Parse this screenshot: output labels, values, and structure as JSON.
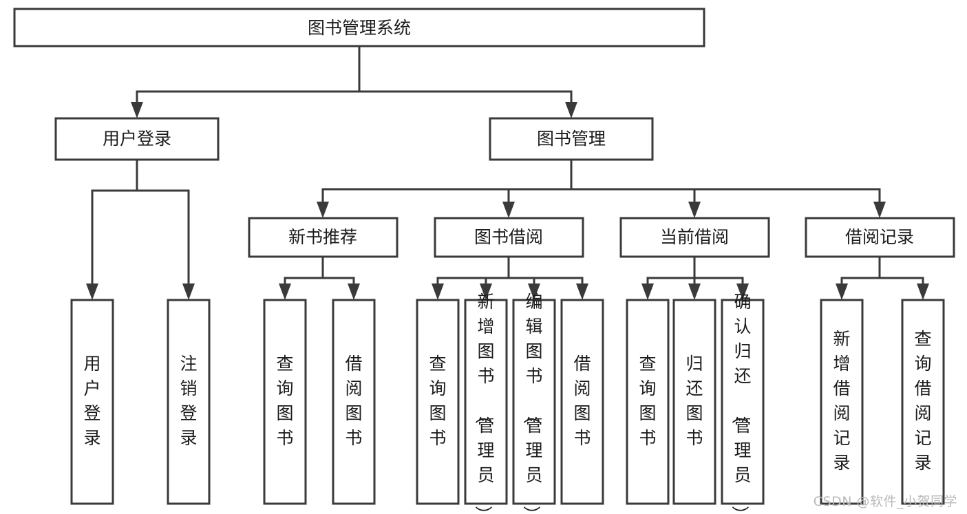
{
  "diagram": {
    "title": "图书管理系统",
    "type": "tree",
    "watermark": "CSDN @软件_小贺同学",
    "root": {
      "id": "root",
      "label": "图书管理系统",
      "orientation": "horizontal"
    },
    "level2": [
      {
        "id": "user-login",
        "label": "用户登录",
        "orientation": "horizontal"
      },
      {
        "id": "book-manage",
        "label": "图书管理",
        "orientation": "horizontal"
      }
    ],
    "level3": [
      {
        "id": "new-book-recommend",
        "label": "新书推荐",
        "orientation": "horizontal",
        "parent": "book-manage"
      },
      {
        "id": "book-borrow",
        "label": "图书借阅",
        "orientation": "horizontal",
        "parent": "book-manage"
      },
      {
        "id": "current-borrow",
        "label": "当前借阅",
        "orientation": "horizontal",
        "parent": "book-manage"
      },
      {
        "id": "borrow-record",
        "label": "借阅记录",
        "orientation": "horizontal",
        "parent": "book-manage"
      }
    ],
    "leaves": [
      {
        "id": "leaf-user-login",
        "label": "用户登录",
        "orientation": "vertical",
        "parent": "user-login"
      },
      {
        "id": "leaf-user-logout",
        "label": "注销登录",
        "orientation": "vertical",
        "parent": "user-login"
      },
      {
        "id": "leaf-query-book-a",
        "label": "查询图书",
        "orientation": "vertical",
        "parent": "new-book-recommend"
      },
      {
        "id": "leaf-borrow-book-a",
        "label": "借阅图书",
        "orientation": "vertical",
        "parent": "new-book-recommend"
      },
      {
        "id": "leaf-query-book-b",
        "label": "查询图书",
        "orientation": "vertical",
        "parent": "book-borrow"
      },
      {
        "id": "leaf-add-book",
        "label": "新增图书（管理员）",
        "orientation": "vertical",
        "parent": "book-borrow"
      },
      {
        "id": "leaf-edit-book",
        "label": "编辑图书（管理员）",
        "orientation": "vertical",
        "parent": "book-borrow"
      },
      {
        "id": "leaf-borrow-book-b",
        "label": "借阅图书",
        "orientation": "vertical",
        "parent": "book-borrow"
      },
      {
        "id": "leaf-query-book-c",
        "label": "查询图书",
        "orientation": "vertical",
        "parent": "current-borrow"
      },
      {
        "id": "leaf-return-book",
        "label": "归还图书",
        "orientation": "vertical",
        "parent": "current-borrow"
      },
      {
        "id": "leaf-confirm-return",
        "label": "确认归还（管理员）",
        "orientation": "vertical",
        "parent": "current-borrow"
      },
      {
        "id": "leaf-add-record",
        "label": "新增借阅记录",
        "orientation": "vertical",
        "parent": "borrow-record"
      },
      {
        "id": "leaf-query-record",
        "label": "查询借阅记录",
        "orientation": "vertical",
        "parent": "borrow-record"
      }
    ],
    "colors": {
      "box_stroke": "#3a3a3a",
      "box_fill": "#ffffff",
      "text": "#1b1b1b",
      "connector": "#3a3a3a",
      "watermark": "#b9b9b9",
      "background": "#ffffff"
    }
  }
}
